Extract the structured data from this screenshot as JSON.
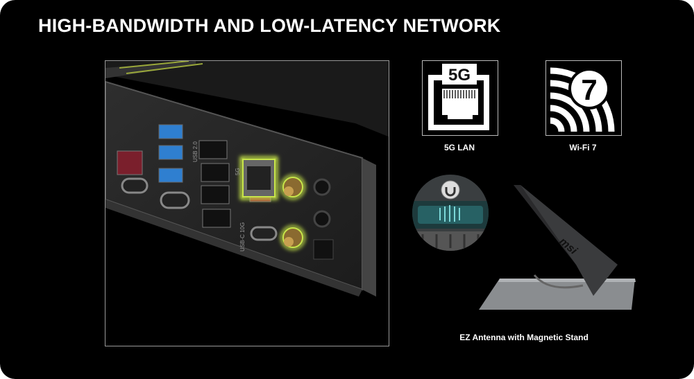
{
  "title": "HIGH-BANDWIDTH AND LOW-LATENCY NETWORK",
  "features": [
    {
      "label": "5G LAN",
      "icon": "ethernet-port-icon",
      "icon_text": "5G"
    },
    {
      "label": "Wi-Fi 7",
      "icon": "wifi-7-icon",
      "icon_text": "7"
    }
  ],
  "antenna_caption": "EZ Antenna with Magnetic Stand",
  "photo_port_labels": {
    "lan": "5G",
    "usb_2": "USB 2.0",
    "usb_c": "USB-C 10G"
  },
  "antenna_logo": "msi",
  "colors": {
    "background": "#000000",
    "text": "#ffffff",
    "glow": "#c8e64a",
    "usb_blue": "#2f7fd0",
    "usb_red": "#9b2434"
  }
}
